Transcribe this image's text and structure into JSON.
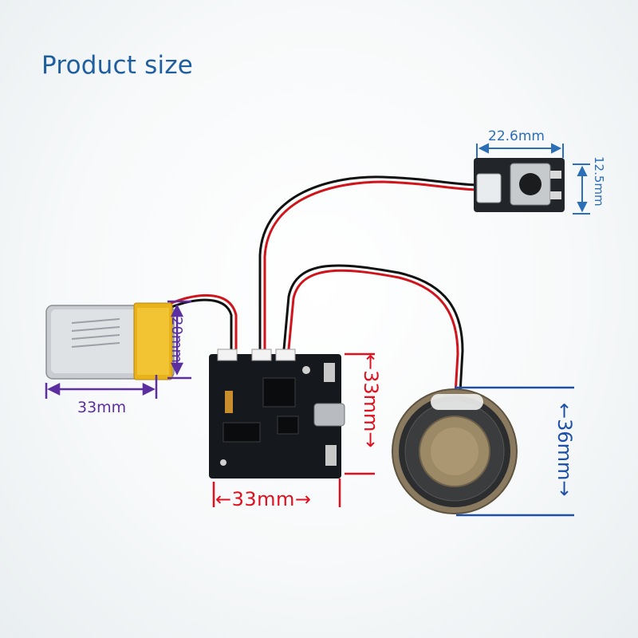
{
  "header": {
    "title": "Product size"
  },
  "dimensions": {
    "battery_width": "33mm",
    "battery_height": "20mm",
    "button_width": "22.6mm",
    "button_height": "12.5mm",
    "board_width": "←33mm→",
    "board_height": "←33mm→",
    "speaker_diameter": "←36mm→"
  },
  "colors": {
    "title": "#1f5fa0",
    "battery_marks": "#5b2fa0",
    "button_marks": "#2a6fb7",
    "board_marks": "#e0101e",
    "speaker_marks": "#1d4fa8"
  }
}
